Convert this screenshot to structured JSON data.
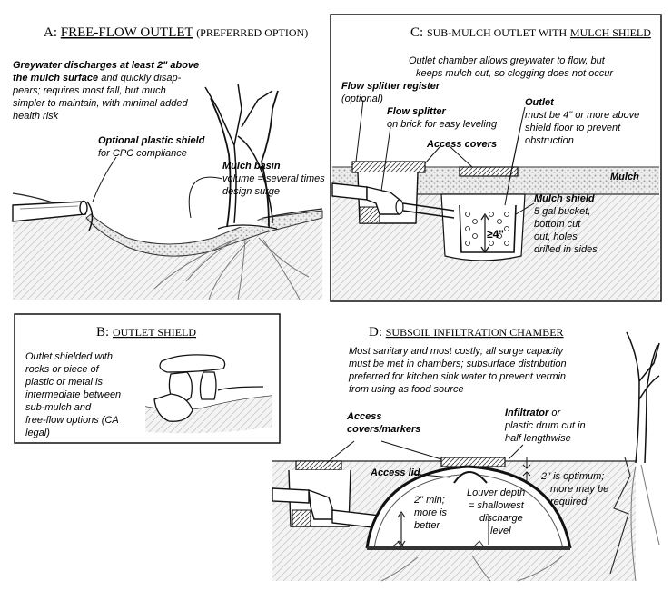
{
  "panel_a": {
    "title_prefix": "A:",
    "title_main": "FREE-FLOW OUTLET",
    "title_suffix": "(PREFERRED OPTION)",
    "note1_bold_1": "Greywater discharges at least 2\" above",
    "note1_bold_2": "the mulch surface",
    "note1_tail_2": " and quickly disap-",
    "note1_3": "pears; requires most fall, but much",
    "note1_4": "simpler to maintain, with minimal added",
    "note1_5": "health risk",
    "shield_label_bold": "Optional plastic shield",
    "shield_label_2": "for CPC compliance",
    "basin_label_bold": "Mulch basin",
    "basin_label_2": "volume = several times",
    "basin_label_3": "design surge"
  },
  "panel_b": {
    "title_prefix": "B:",
    "title_main": "OUTLET SHIELD",
    "note_1": "Outlet shielded with",
    "note_2": "rocks or piece of",
    "note_3": "plastic or metal is",
    "note_4": "intermediate between",
    "note_5": "sub-mulch and",
    "note_6": "free-flow options (CA",
    "note_7": "legal)"
  },
  "panel_c": {
    "title_prefix": "C:",
    "title_main": "SUB-MULCH OUTLET WITH",
    "title_under": "MULCH SHIELD",
    "note_1": "Outlet chamber allows greywater to flow, but",
    "note_2": "keeps mulch out, so clogging does not occur",
    "register_bold": "Flow splitter register",
    "register_2": "(optional)",
    "splitter_bold": "Flow splitter",
    "splitter_2": "on brick for easy leveling",
    "covers_bold": "Access covers",
    "outlet_bold": "Outlet",
    "outlet_2": "must be 4\" or more above",
    "outlet_3": "shield floor to prevent",
    "outlet_4": "obstruction",
    "mulch_label": "Mulch",
    "shield_bold": "Mulch shield",
    "shield_2": "5 gal bucket,",
    "shield_3": "bottom cut",
    "shield_4": "out, holes",
    "shield_5": "drilled in sides",
    "dim_label": "≥4\""
  },
  "panel_d": {
    "title_prefix": "D:",
    "title_main": "SUBSOIL INFILTRATION CHAMBER",
    "note_1": "Most sanitary and most costly; all surge capacity",
    "note_2": "must be met in chambers; subsurface distribution",
    "note_3": "preferred for kitchen sink water to prevent vermin",
    "note_4": "from using as food source",
    "covers_bold_1": "Access",
    "covers_bold_2": "covers/markers",
    "infiltrator_bold": "Infiltrator",
    "infiltrator_tail": " or",
    "infiltrator_2": "plastic drum cut in",
    "infiltrator_3": "half lengthwise",
    "lid_bold": "Access lid",
    "optimum_1": "2\" is optimum;",
    "optimum_2": "more may be",
    "optimum_3": "required",
    "min_1": "2\" min;",
    "min_2": "more is",
    "min_3": "better",
    "louver_1": "Louver depth",
    "louver_2": "= shallowest",
    "louver_3": "discharge",
    "louver_4": "level"
  },
  "colors": {
    "ink": "#111111",
    "mulch": "#d7d7d7",
    "soil": "#9a9a9a"
  }
}
